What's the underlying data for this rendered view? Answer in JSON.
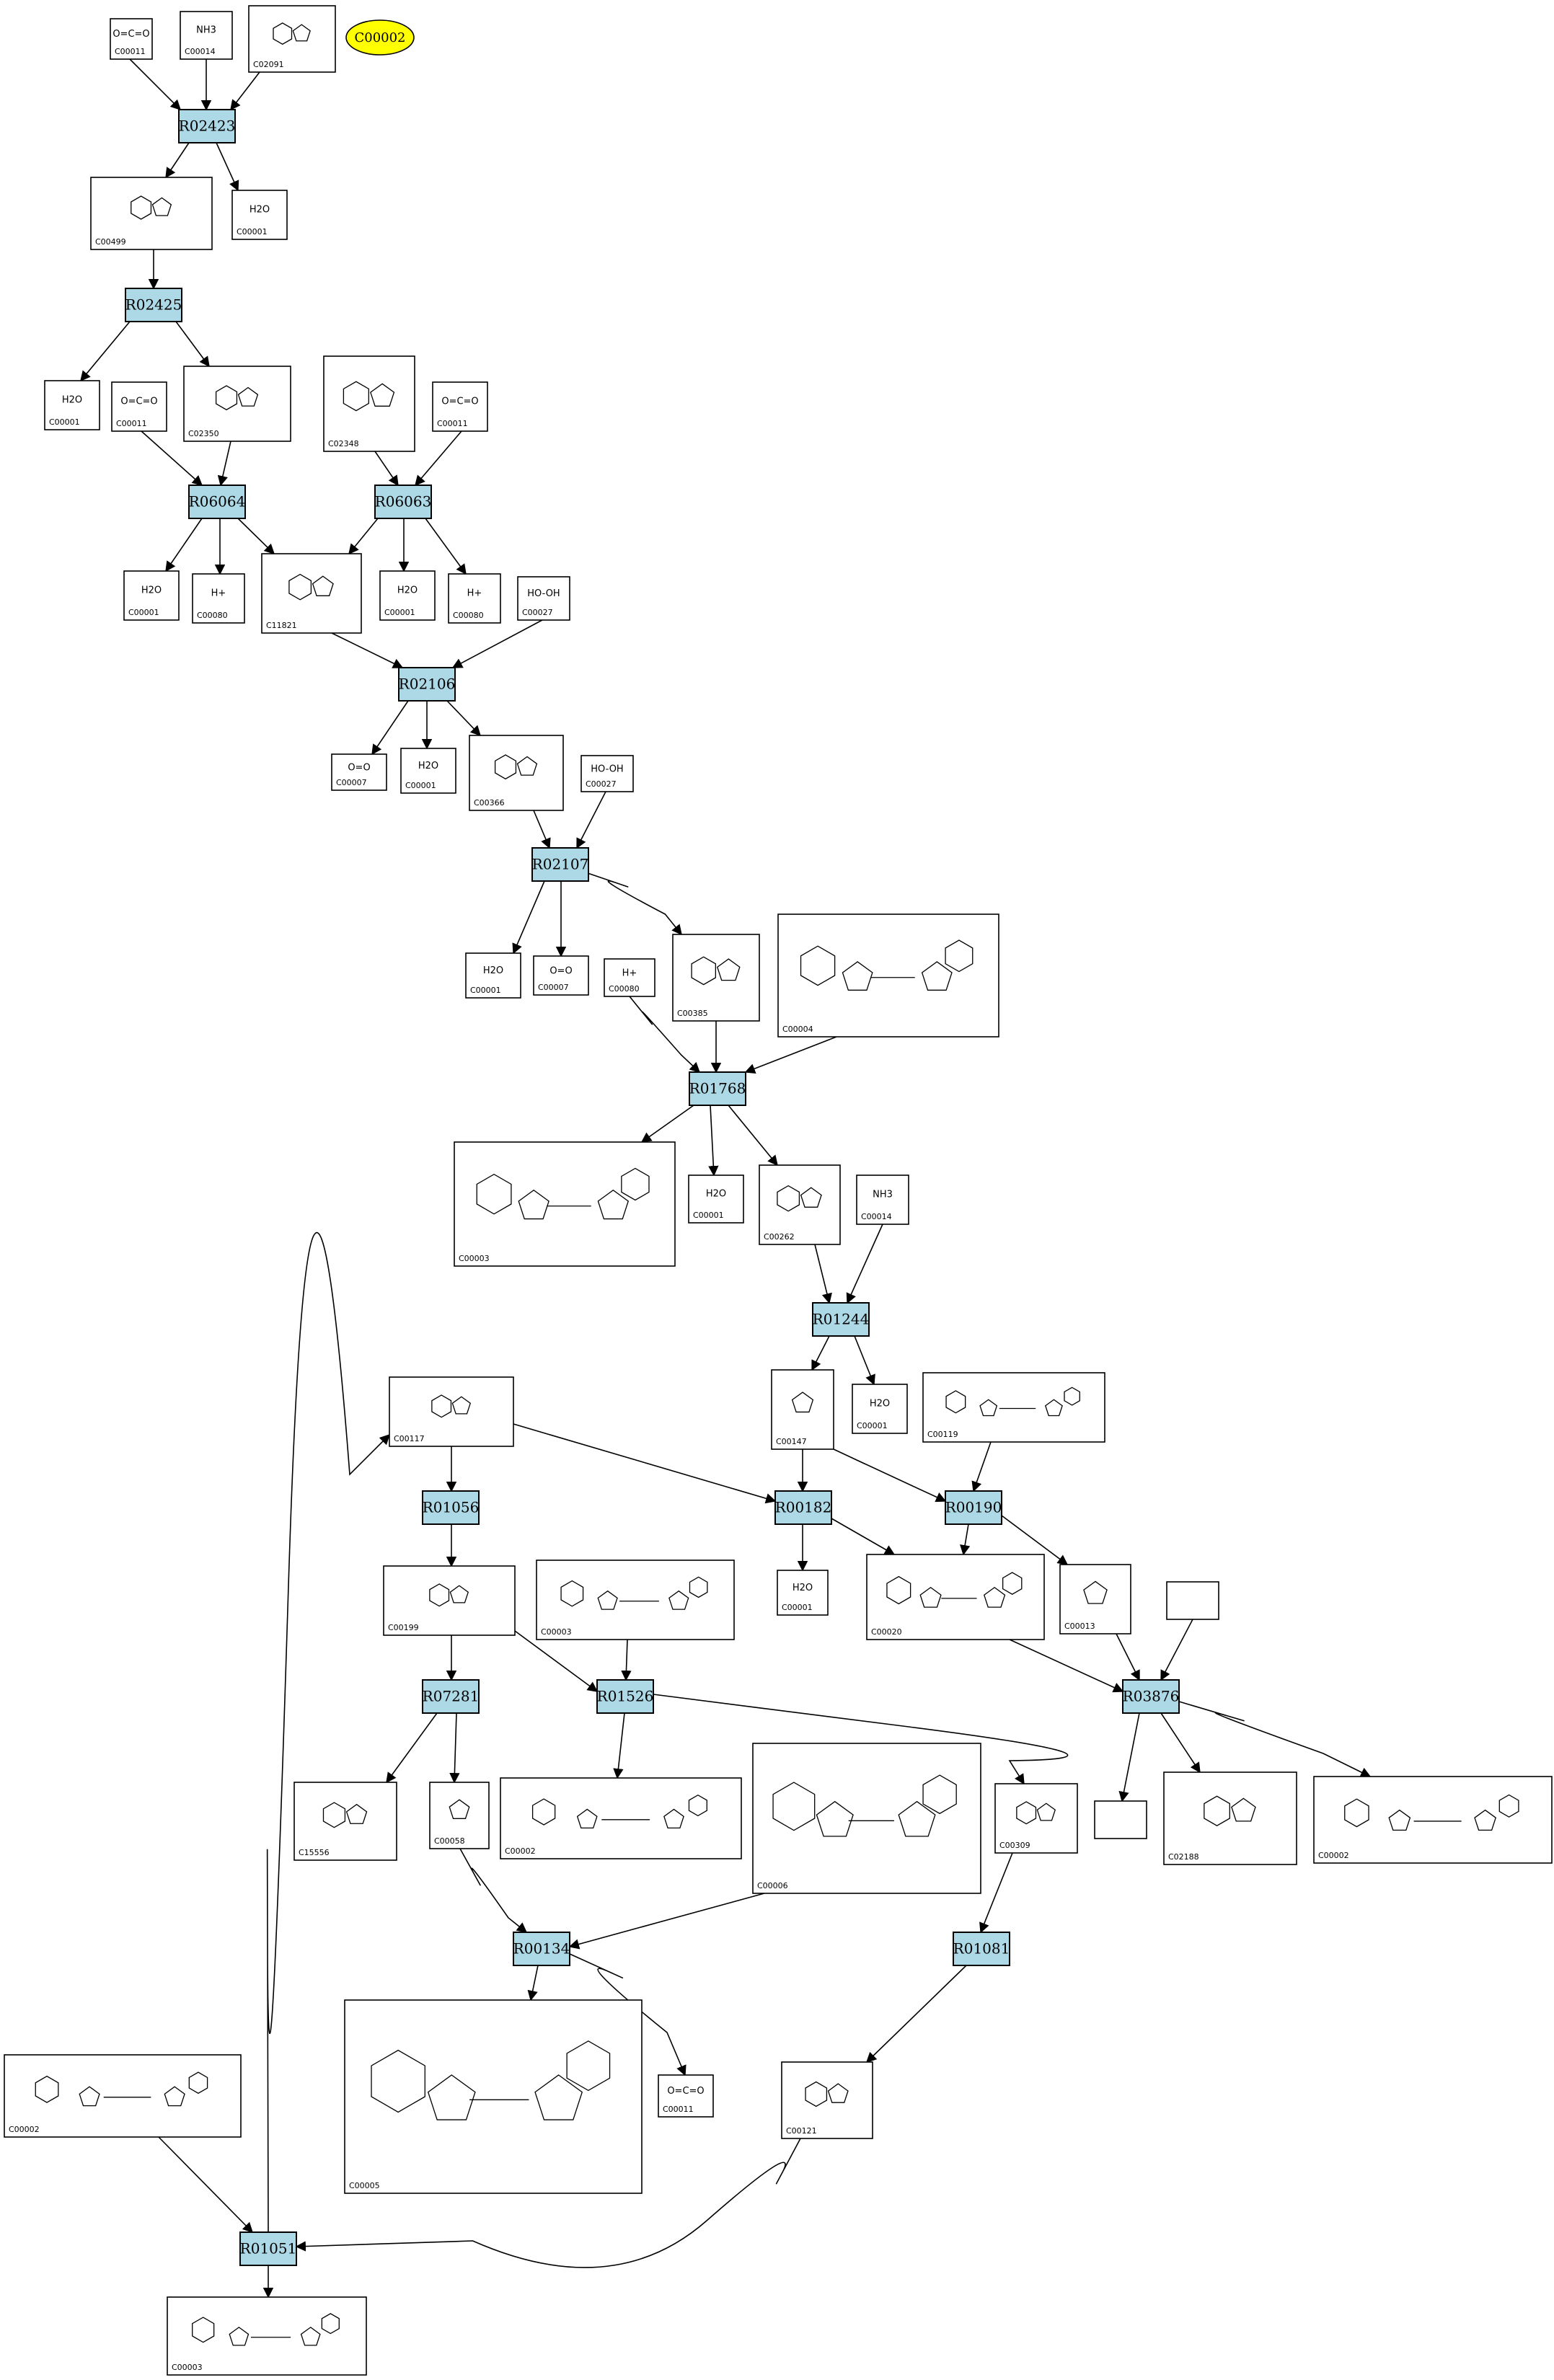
{
  "root_node": {
    "id": "C00002"
  },
  "reactions": [
    {
      "id": "R02423",
      "label": "R02423"
    },
    {
      "id": "R02425",
      "label": "R02425"
    },
    {
      "id": "R06064",
      "label": "R06064"
    },
    {
      "id": "R06063",
      "label": "R06063"
    },
    {
      "id": "R02106",
      "label": "R02106"
    },
    {
      "id": "R02107",
      "label": "R02107"
    },
    {
      "id": "R01768",
      "label": "R01768"
    },
    {
      "id": "R01244",
      "label": "R01244"
    },
    {
      "id": "R01056",
      "label": "R01056"
    },
    {
      "id": "R00182",
      "label": "R00182"
    },
    {
      "id": "R00190",
      "label": "R00190"
    },
    {
      "id": "R07281",
      "label": "R07281"
    },
    {
      "id": "R01526",
      "label": "R01526"
    },
    {
      "id": "R03876",
      "label": "R03876"
    },
    {
      "id": "R00134",
      "label": "R00134"
    },
    {
      "id": "R01081",
      "label": "R01081"
    },
    {
      "id": "R01051",
      "label": "R01051"
    }
  ],
  "compounds": [
    {
      "key": "c1",
      "id": "C00011",
      "formula": "O=C=O"
    },
    {
      "key": "c2",
      "id": "C00014",
      "formula": "NH3"
    },
    {
      "key": "c3",
      "id": "C02091",
      "formula": ""
    },
    {
      "key": "c4",
      "id": "C00499",
      "formula": ""
    },
    {
      "key": "c5",
      "id": "C00001",
      "formula": "H2O"
    },
    {
      "key": "c6",
      "id": "C00001",
      "formula": "H2O"
    },
    {
      "key": "c7",
      "id": "C00011",
      "formula": "O=C=O"
    },
    {
      "key": "c8",
      "id": "C02350",
      "formula": ""
    },
    {
      "key": "c9",
      "id": "C02348",
      "formula": ""
    },
    {
      "key": "c10",
      "id": "C00011",
      "formula": "O=C=O"
    },
    {
      "key": "c11",
      "id": "C00001",
      "formula": "H2O"
    },
    {
      "key": "c12",
      "id": "C00080",
      "formula": "H+"
    },
    {
      "key": "c13",
      "id": "C11821",
      "formula": ""
    },
    {
      "key": "c14",
      "id": "C00001",
      "formula": "H2O"
    },
    {
      "key": "c15",
      "id": "C00080",
      "formula": "H+"
    },
    {
      "key": "c16",
      "id": "C00027",
      "formula": "HO-OH"
    },
    {
      "key": "c17",
      "id": "C00007",
      "formula": "O=O"
    },
    {
      "key": "c18",
      "id": "C00001",
      "formula": "H2O"
    },
    {
      "key": "c19",
      "id": "C00366",
      "formula": ""
    },
    {
      "key": "c20",
      "id": "C00027",
      "formula": "HO-OH"
    },
    {
      "key": "c21",
      "id": "C00001",
      "formula": "H2O"
    },
    {
      "key": "c22",
      "id": "C00007",
      "formula": "O=O"
    },
    {
      "key": "c23",
      "id": "C00080",
      "formula": "H+"
    },
    {
      "key": "c24",
      "id": "C00385",
      "formula": ""
    },
    {
      "key": "c25",
      "id": "C00004",
      "formula": ""
    },
    {
      "key": "c26",
      "id": "C00003",
      "formula": ""
    },
    {
      "key": "c27",
      "id": "C00001",
      "formula": "H2O"
    },
    {
      "key": "c28",
      "id": "C00262",
      "formula": ""
    },
    {
      "key": "c29",
      "id": "C00014",
      "formula": "NH3"
    },
    {
      "key": "c30",
      "id": "C00117",
      "formula": ""
    },
    {
      "key": "c31",
      "id": "C00147",
      "formula": ""
    },
    {
      "key": "c32",
      "id": "C00001",
      "formula": "H2O"
    },
    {
      "key": "c33",
      "id": "C00119",
      "formula": ""
    },
    {
      "key": "c34",
      "id": "C00199",
      "formula": ""
    },
    {
      "key": "c35",
      "id": "C00003",
      "formula": ""
    },
    {
      "key": "c36",
      "id": "C00001",
      "formula": "H2O"
    },
    {
      "key": "c37",
      "id": "C00020",
      "formula": ""
    },
    {
      "key": "c38",
      "id": "C00013",
      "formula": ""
    },
    {
      "key": "c39",
      "id": "",
      "formula": ""
    },
    {
      "key": "c40",
      "id": "C15556",
      "formula": ""
    },
    {
      "key": "c41",
      "id": "C00058",
      "formula": ""
    },
    {
      "key": "c42",
      "id": "C00002",
      "formula": ""
    },
    {
      "key": "c43",
      "id": "C00006",
      "formula": ""
    },
    {
      "key": "c44",
      "id": "C00309",
      "formula": ""
    },
    {
      "key": "c45",
      "id": "",
      "formula": ""
    },
    {
      "key": "c46",
      "id": "C02188",
      "formula": ""
    },
    {
      "key": "c47",
      "id": "C00002",
      "formula": ""
    },
    {
      "key": "c48",
      "id": "C00002",
      "formula": ""
    },
    {
      "key": "c49",
      "id": "C00005",
      "formula": ""
    },
    {
      "key": "c50",
      "id": "C00011",
      "formula": "O=C=O"
    },
    {
      "key": "c51",
      "id": "C00121",
      "formula": ""
    },
    {
      "key": "c52",
      "id": "C00003",
      "formula": ""
    }
  ]
}
